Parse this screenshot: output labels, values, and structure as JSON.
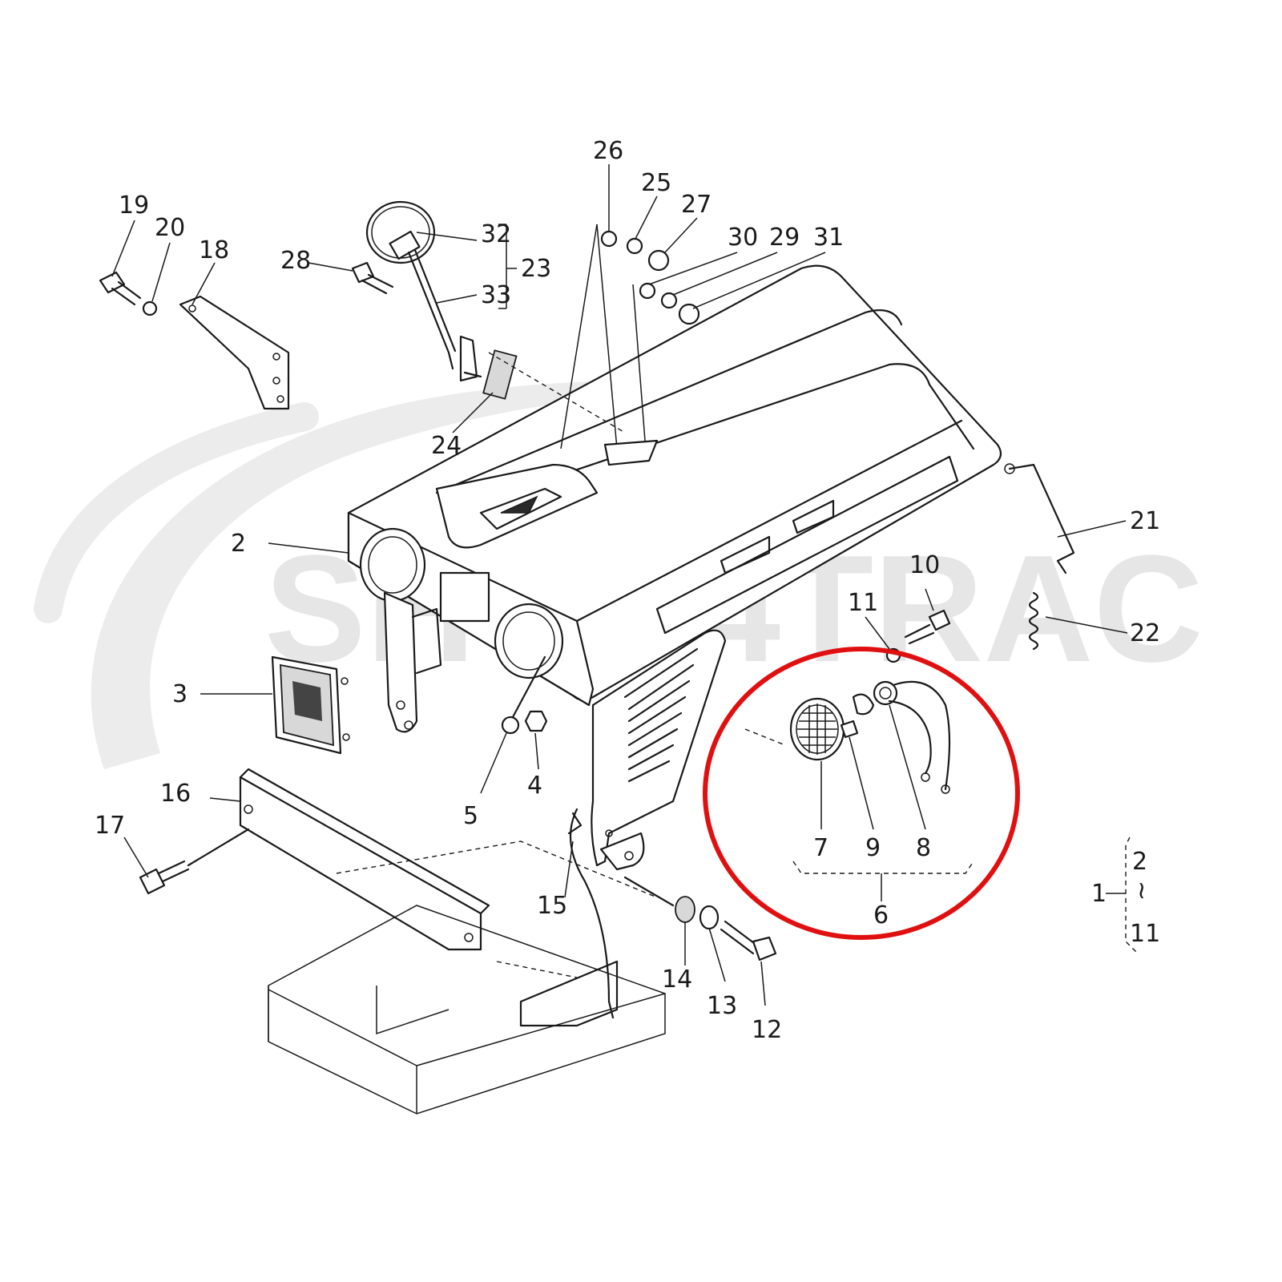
{
  "watermark": {
    "text": "SHOP4TRAC",
    "color": "#e6e6e6"
  },
  "highlight": {
    "color": "#e01010",
    "note": "circled assembly 6"
  },
  "callouts": [
    {
      "id": "n2",
      "text": "2"
    },
    {
      "id": "n3",
      "text": "3"
    },
    {
      "id": "n4",
      "text": "4"
    },
    {
      "id": "n5",
      "text": "5"
    },
    {
      "id": "n6",
      "text": "6"
    },
    {
      "id": "n7",
      "text": "7"
    },
    {
      "id": "n8",
      "text": "8"
    },
    {
      "id": "n9",
      "text": "9"
    },
    {
      "id": "n10",
      "text": "10"
    },
    {
      "id": "n11",
      "text": "11"
    },
    {
      "id": "n12",
      "text": "12"
    },
    {
      "id": "n13",
      "text": "13"
    },
    {
      "id": "n14",
      "text": "14"
    },
    {
      "id": "n15",
      "text": "15"
    },
    {
      "id": "n16",
      "text": "16"
    },
    {
      "id": "n17",
      "text": "17"
    },
    {
      "id": "n18",
      "text": "18"
    },
    {
      "id": "n19",
      "text": "19"
    },
    {
      "id": "n20",
      "text": "20"
    },
    {
      "id": "n21",
      "text": "21"
    },
    {
      "id": "n22",
      "text": "22"
    },
    {
      "id": "n23",
      "text": "23"
    },
    {
      "id": "n24",
      "text": "24"
    },
    {
      "id": "n25",
      "text": "25"
    },
    {
      "id": "n26",
      "text": "26"
    },
    {
      "id": "n27",
      "text": "27"
    },
    {
      "id": "n28",
      "text": "28"
    },
    {
      "id": "n29",
      "text": "29"
    },
    {
      "id": "n30",
      "text": "30"
    },
    {
      "id": "n31",
      "text": "31"
    },
    {
      "id": "n32",
      "text": "32"
    },
    {
      "id": "n33",
      "text": "33"
    }
  ],
  "legend_group": {
    "parent": "1",
    "from": "2",
    "to": "11",
    "tilde": "~"
  }
}
